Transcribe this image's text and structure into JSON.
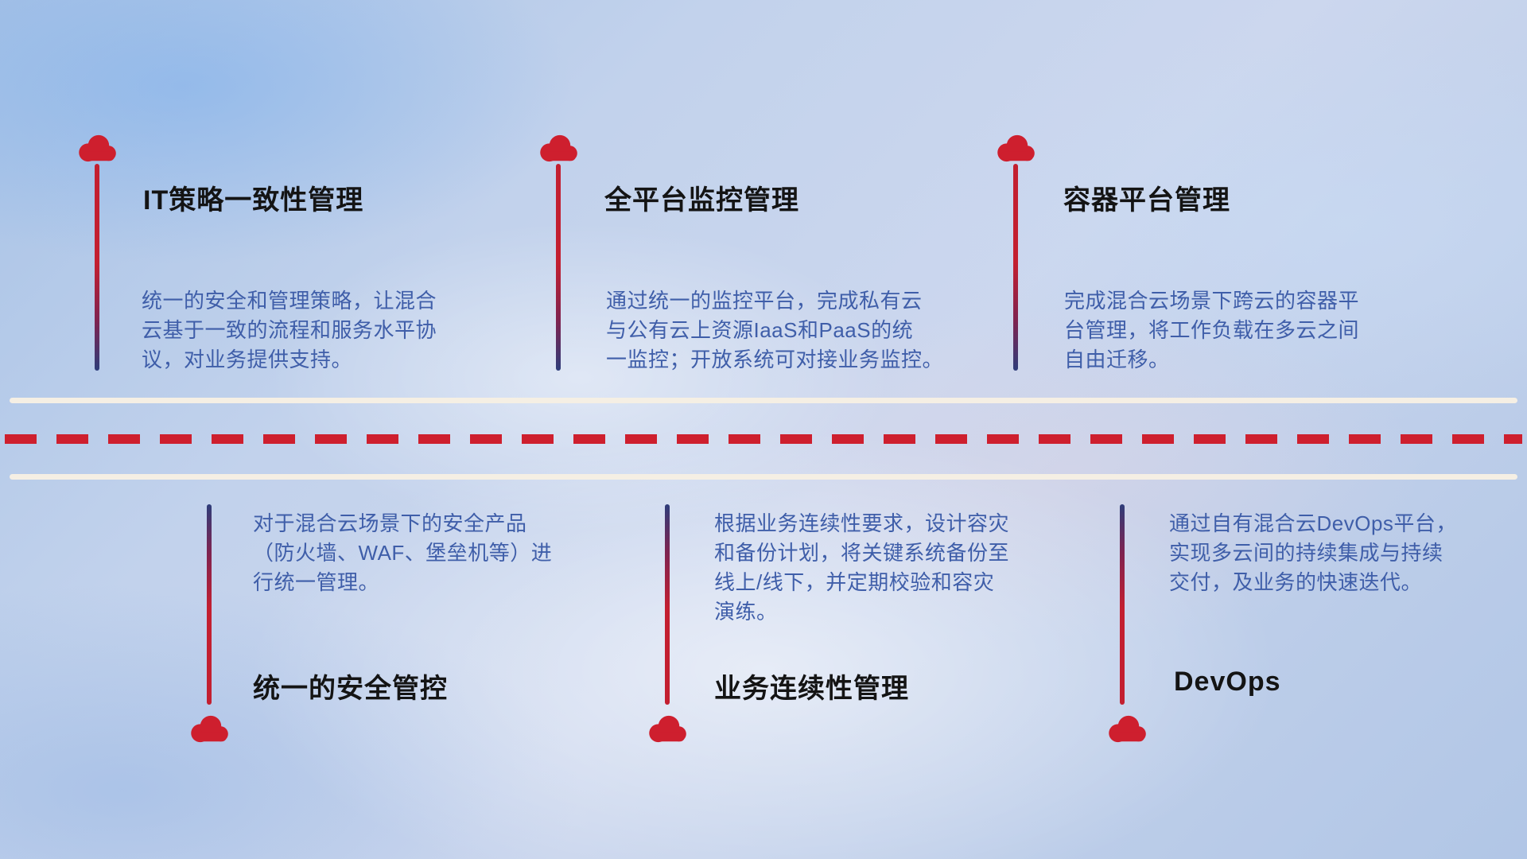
{
  "diagram": {
    "type": "timeline-roadmap",
    "colors": {
      "cloud_red": "#ce1f2e",
      "line_red": "#c31f30",
      "line_navy": "#2e3d7a",
      "title_text": "#141414",
      "desc_text": "#3f5ea9",
      "road_line": "#f5efe4",
      "dash_red": "#ce1f2e",
      "background_blue": "#bccde9"
    }
  },
  "items": [
    {
      "title": "IT策略一致性管理",
      "desc": "统一的安全和管理策略，让混合\n云基于一致的流程和服务水平协\n议，对业务提供支持。"
    },
    {
      "title": "全平台监控管理",
      "desc": "通过统一的监控平台，完成私有云\n与公有云上资源IaaS和PaaS的统\n一监控；开放系统可对接业务监控。"
    },
    {
      "title": "容器平台管理",
      "desc": "完成混合云场景下跨云的容器平\n台管理，将工作负载在多云之间\n自由迁移。"
    },
    {
      "title": "统一的安全管控",
      "desc": "对于混合云场景下的安全产品\n（防火墙、WAF、堡垒机等）进\n行统一管理。"
    },
    {
      "title": "业务连续性管理",
      "desc": "根据业务连续性要求，设计容灾\n和备份计划，将关键系统备份至\n线上/线下，并定期校验和容灾\n演练。"
    },
    {
      "title": "DevOps",
      "desc": "通过自有混合云DevOps平台，\n实现多云间的持续集成与持续\n交付，及业务的快速迭代。"
    }
  ]
}
